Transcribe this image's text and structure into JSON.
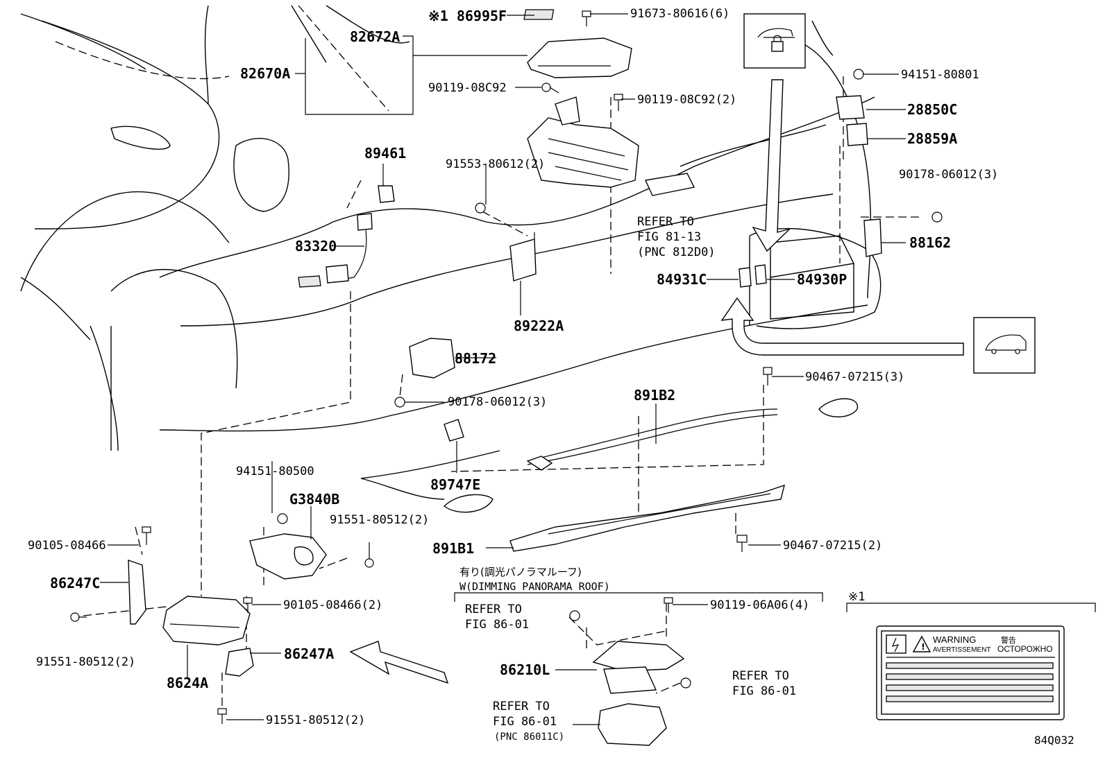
{
  "parts": [
    {
      "id": "p86995F",
      "text": "※1 86995F"
    },
    {
      "id": "p82672A",
      "text": "82672A"
    },
    {
      "id": "p82670A",
      "text": "82670A"
    },
    {
      "id": "p91673",
      "text": "91673-80616(6)"
    },
    {
      "id": "p90119a",
      "text": "90119-08C92"
    },
    {
      "id": "p90119b",
      "text": "90119-08C92(2)"
    },
    {
      "id": "p89461",
      "text": "89461"
    },
    {
      "id": "p91553",
      "text": "91553-80612(2)"
    },
    {
      "id": "p83320",
      "text": "83320"
    },
    {
      "id": "p89222A",
      "text": "89222A"
    },
    {
      "id": "p88172",
      "text": "88172"
    },
    {
      "id": "p90178a",
      "text": "90178-06012(3)"
    },
    {
      "id": "p94151a",
      "text": "94151-80801"
    },
    {
      "id": "p28850C",
      "text": "28850C"
    },
    {
      "id": "p28859A",
      "text": "28859A"
    },
    {
      "id": "p90178b",
      "text": "90178-06012(3)"
    },
    {
      "id": "p88162",
      "text": "88162"
    },
    {
      "id": "p84931C",
      "text": "84931C"
    },
    {
      "id": "p84930P",
      "text": "84930P"
    },
    {
      "id": "p90467a",
      "text": "90467-07215(3)"
    },
    {
      "id": "p891B2",
      "text": "891B2"
    },
    {
      "id": "p94151b",
      "text": "94151-80500"
    },
    {
      "id": "p89747E",
      "text": "89747E"
    },
    {
      "id": "pG3840B",
      "text": "G3840B"
    },
    {
      "id": "p91551a",
      "text": "91551-80512(2)"
    },
    {
      "id": "p90105a",
      "text": "90105-08466"
    },
    {
      "id": "p86247C",
      "text": "86247C"
    },
    {
      "id": "p891B1",
      "text": "891B1"
    },
    {
      "id": "p90467b",
      "text": "90467-07215(2)"
    },
    {
      "id": "p90105b",
      "text": "90105-08466(2)"
    },
    {
      "id": "p91551b",
      "text": "91551-80512(2)"
    },
    {
      "id": "p86247A",
      "text": "86247A"
    },
    {
      "id": "p8624A",
      "text": "8624A"
    },
    {
      "id": "p91551c",
      "text": "91551-80512(2)"
    },
    {
      "id": "p90119c",
      "text": "90119-06A06(4)"
    },
    {
      "id": "p86210L",
      "text": "86210L"
    }
  ],
  "refers": {
    "fig8113": [
      "REFER TO",
      "FIG 81-13",
      "(PNC 812D0)"
    ],
    "fig8601a": [
      "REFER TO",
      "FIG 86-01"
    ],
    "fig8601b": [
      "REFER TO",
      "FIG 86-01"
    ],
    "fig8601c": [
      "REFER TO",
      "FIG 86-01",
      "(PNC 86011C)"
    ]
  },
  "option": {
    "jp": "有り(調光パノラマルーフ)",
    "en": "W(DIMMING PANORAMA ROOF)"
  },
  "note_marker": "※1",
  "label_sticker": {
    "warning": "WARNING",
    "avertissement": "AVERTISSEMENT",
    "jp_warning": "警告",
    "ru": "ОСТОРОЖНО"
  },
  "figure_code": "84Q032"
}
